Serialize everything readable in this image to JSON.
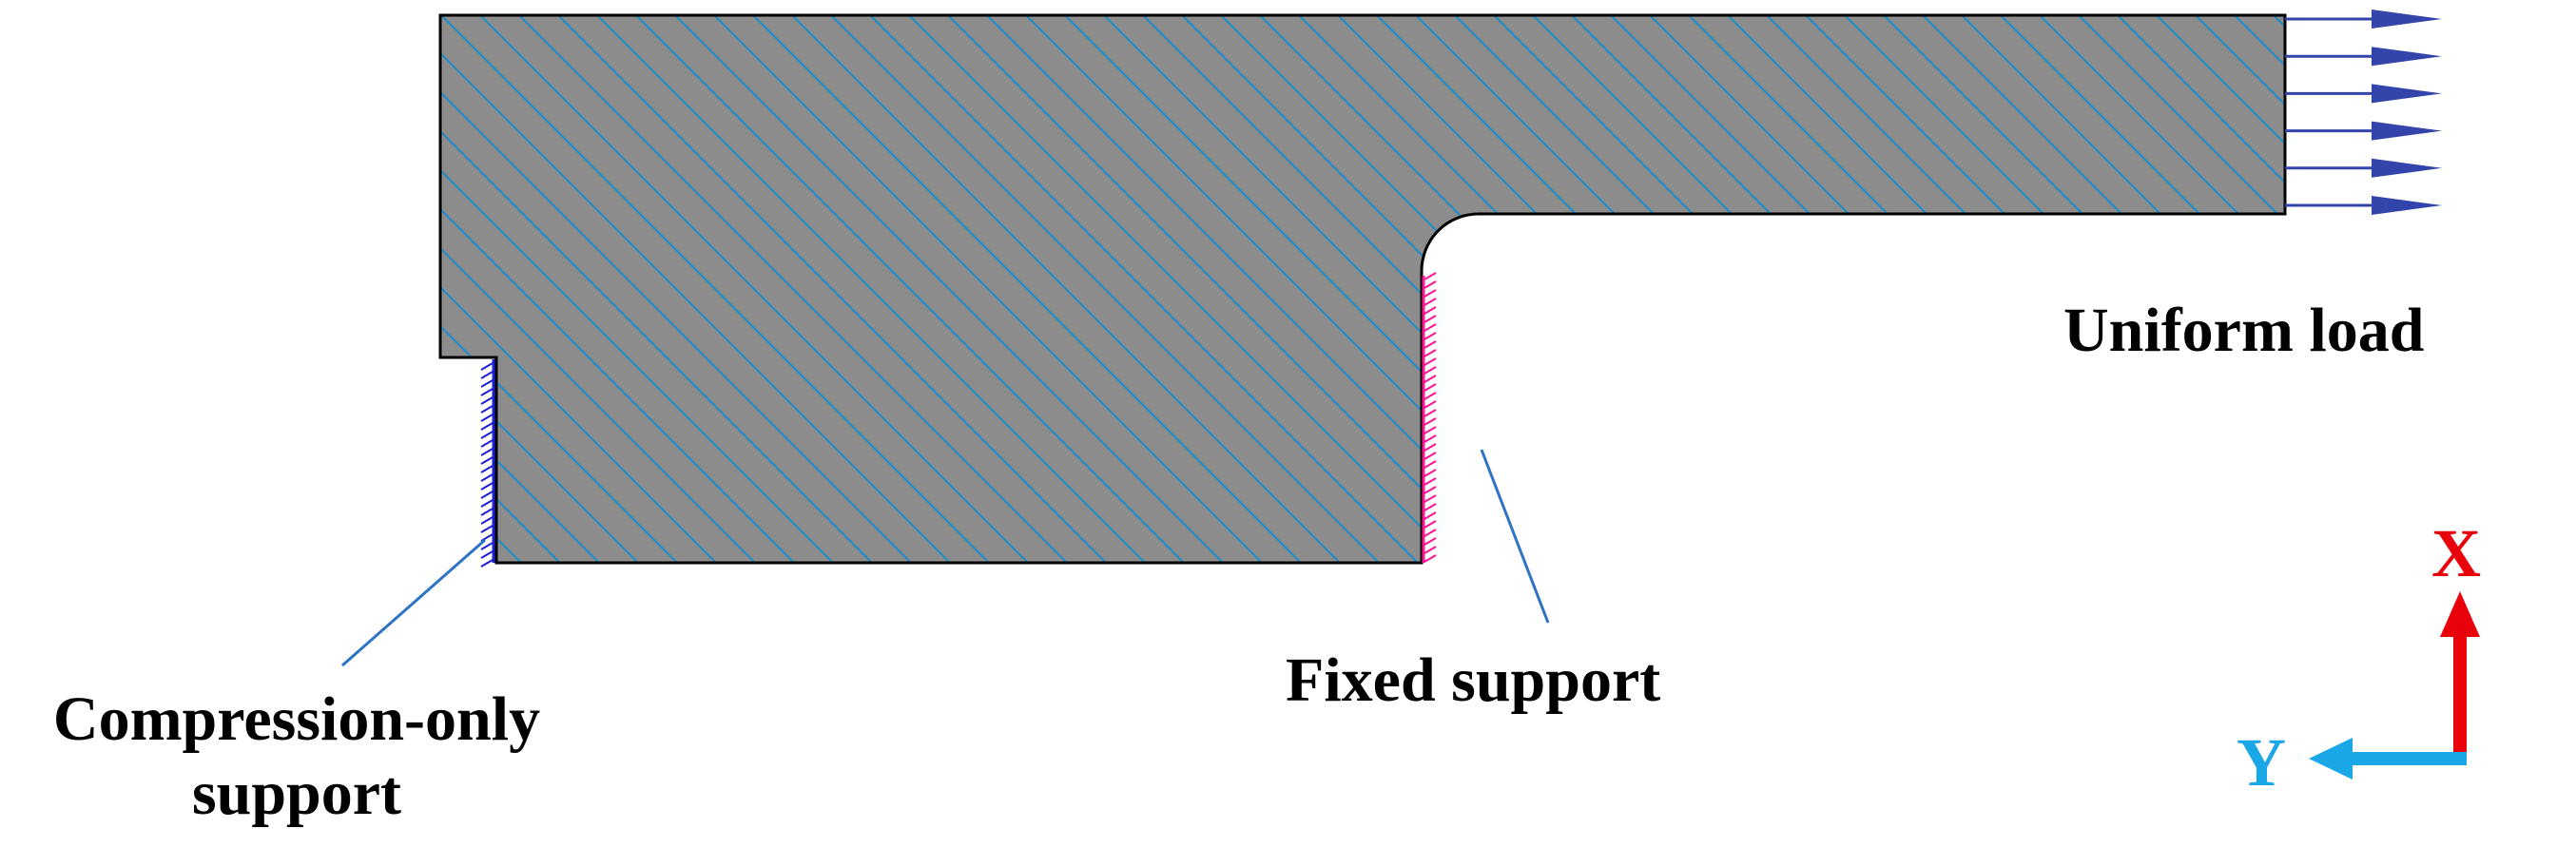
{
  "labels": {
    "uniform_load": "Uniform load",
    "fixed_support": "Fixed support",
    "compression_line1": "Compression-only",
    "compression_line2": "support"
  },
  "axes": {
    "x_label": "X",
    "y_label": "Y",
    "x_color": "#e8000b",
    "y_color": "#1aa7e8"
  },
  "colors": {
    "body_fill": "#8c8c8c",
    "hatch": "#1b8ccc",
    "outline": "#000000",
    "fixed_support": "#ff1493",
    "compression_support": "#1f1fd6",
    "load_arrow": "#3344aa",
    "leader": "#2e74c4"
  },
  "load": {
    "arrow_count": 6
  }
}
